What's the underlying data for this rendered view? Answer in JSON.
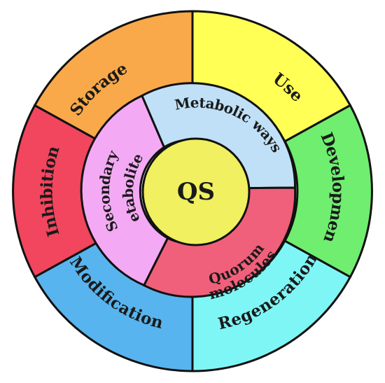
{
  "center": {
    "label": "QS",
    "color": "#f0f060"
  },
  "outer_ring": [
    {
      "label": "Use",
      "color": "#ffff55"
    },
    {
      "label": "Development",
      "color": "#6fee6f"
    },
    {
      "label": "Regeneration",
      "color": "#7ff6f6"
    },
    {
      "label": "Modification",
      "color": "#58b4ee"
    },
    {
      "label": "Inhibition",
      "color": "#f2455e"
    },
    {
      "label": "Storage",
      "color": "#f9a94a"
    }
  ],
  "middle_ring": [
    {
      "lines": [
        "Metabolic ways"
      ],
      "color": "#bfe0f6"
    },
    {
      "lines": [
        "Quorum",
        "molecules"
      ],
      "color": "#f0607a"
    },
    {
      "lines": [
        "Secondary",
        "metabolites"
      ],
      "color": "#f4a9f4"
    }
  ]
}
